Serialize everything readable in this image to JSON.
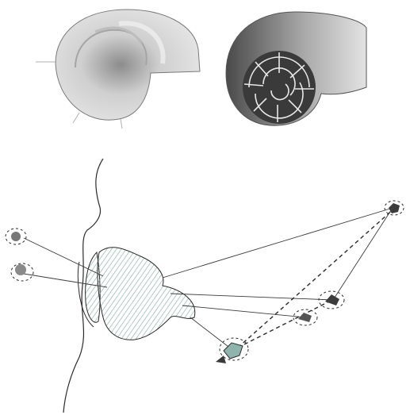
{
  "figure": {
    "shells": [
      {
        "name": "shell-exterior-photo"
      },
      {
        "name": "shell-cross-section-photo"
      }
    ],
    "sketch": {
      "name": "head-profile-sketch",
      "target_count": 6
    }
  },
  "colors": {
    "background": "#ffffff",
    "ink": "#2a2a2a",
    "shell_light": "#d9d9d9",
    "shell_mid": "#9a9a9a",
    "shell_dark": "#3c3c3c",
    "hatch_teal": "#8fb3ad"
  }
}
